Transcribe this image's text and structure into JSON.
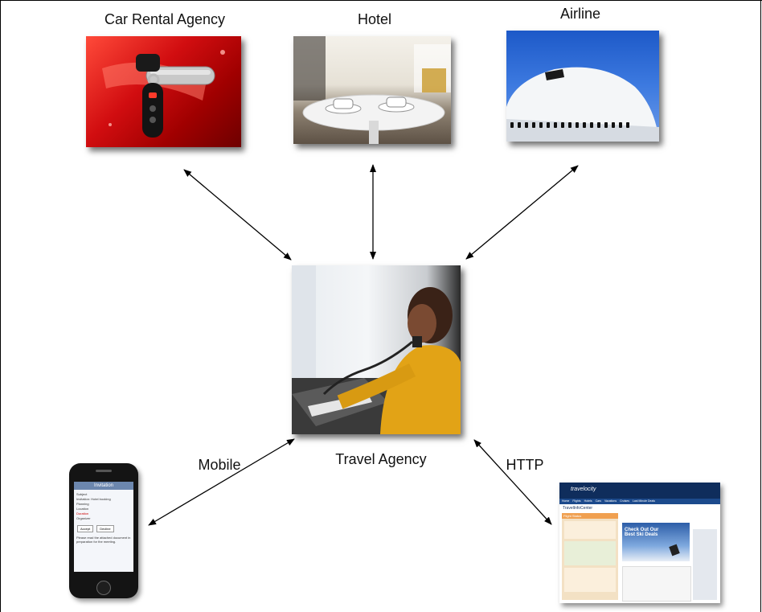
{
  "nodes": {
    "car_rental": {
      "label": "Car Rental Agency"
    },
    "hotel": {
      "label": "Hotel"
    },
    "airline": {
      "label": "Airline"
    },
    "travel_agency": {
      "label": "Travel Agency"
    }
  },
  "edges": {
    "mobile": {
      "label": "Mobile"
    },
    "http": {
      "label": "HTTP"
    }
  },
  "phone_screen": {
    "title": "Invitation",
    "lines": [
      "Subject",
      "Invitation: Hotel booking",
      "Planning",
      "Location",
      "Duration",
      "Organizer"
    ],
    "message": "Please read the attached document in preparation for the meeting.",
    "buttons": [
      "Accept",
      "Decline"
    ]
  },
  "website": {
    "logo": "travelocity",
    "nav": [
      "Home",
      "Flights",
      "Hotels",
      "Cars",
      "Vacations",
      "Cruises",
      "Last Minute Deals"
    ],
    "info_center": "TravelInfoCenter",
    "panel_title": "Flight Status",
    "promo_line1": "Check Out Our",
    "promo_line2": "Best Ski Deals"
  }
}
